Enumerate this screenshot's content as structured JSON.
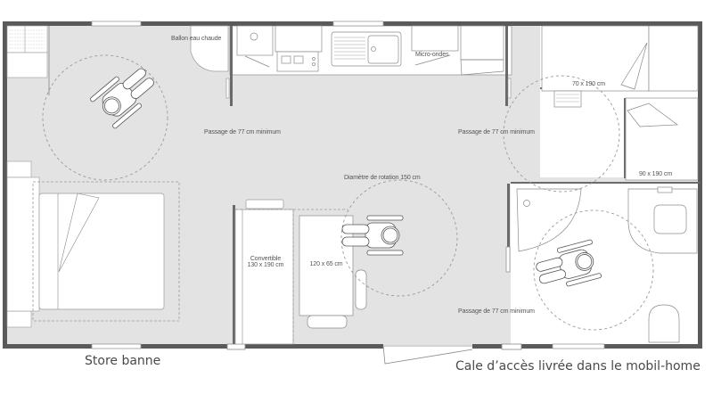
{
  "plan": {
    "title": "Mobil-home PMR floor plan",
    "colors": {
      "wall": "#5a5a5a",
      "floor": "#e3e3e4",
      "furniture": "#ffffff",
      "outline": "#8a8a8a",
      "dashed": "#9a9a9a",
      "text": "#555555"
    },
    "labels": {
      "water_heater": "Ballon eau chaude",
      "microwave": "Micro-ondes",
      "bed_top_right": "70 x 190 cm",
      "bed_right": "90 x 190 cm",
      "passage_left": "Passage de 77 cm minimum",
      "passage_middle": "Passage de 77 cm minimum",
      "passage_bathroom": "Passage de 77 cm minimum",
      "rotation_diameter": "Diamètre de rotation 150 cm",
      "convertible_name": "Convertible",
      "convertible_size": "130 x 190 cm",
      "table_size": "120 x 65 cm"
    },
    "captions": {
      "awning": "Store banne",
      "access_ramp": "Cale d’accès livrée dans le mobil-home"
    },
    "icons": [
      "wheelchair-user-icon",
      "sink-icon",
      "stove-icon",
      "shower-icon",
      "toilet-icon",
      "bed-icon",
      "sofa-icon",
      "table-icon",
      "chair-icon",
      "door-icon",
      "window-icon"
    ]
  }
}
